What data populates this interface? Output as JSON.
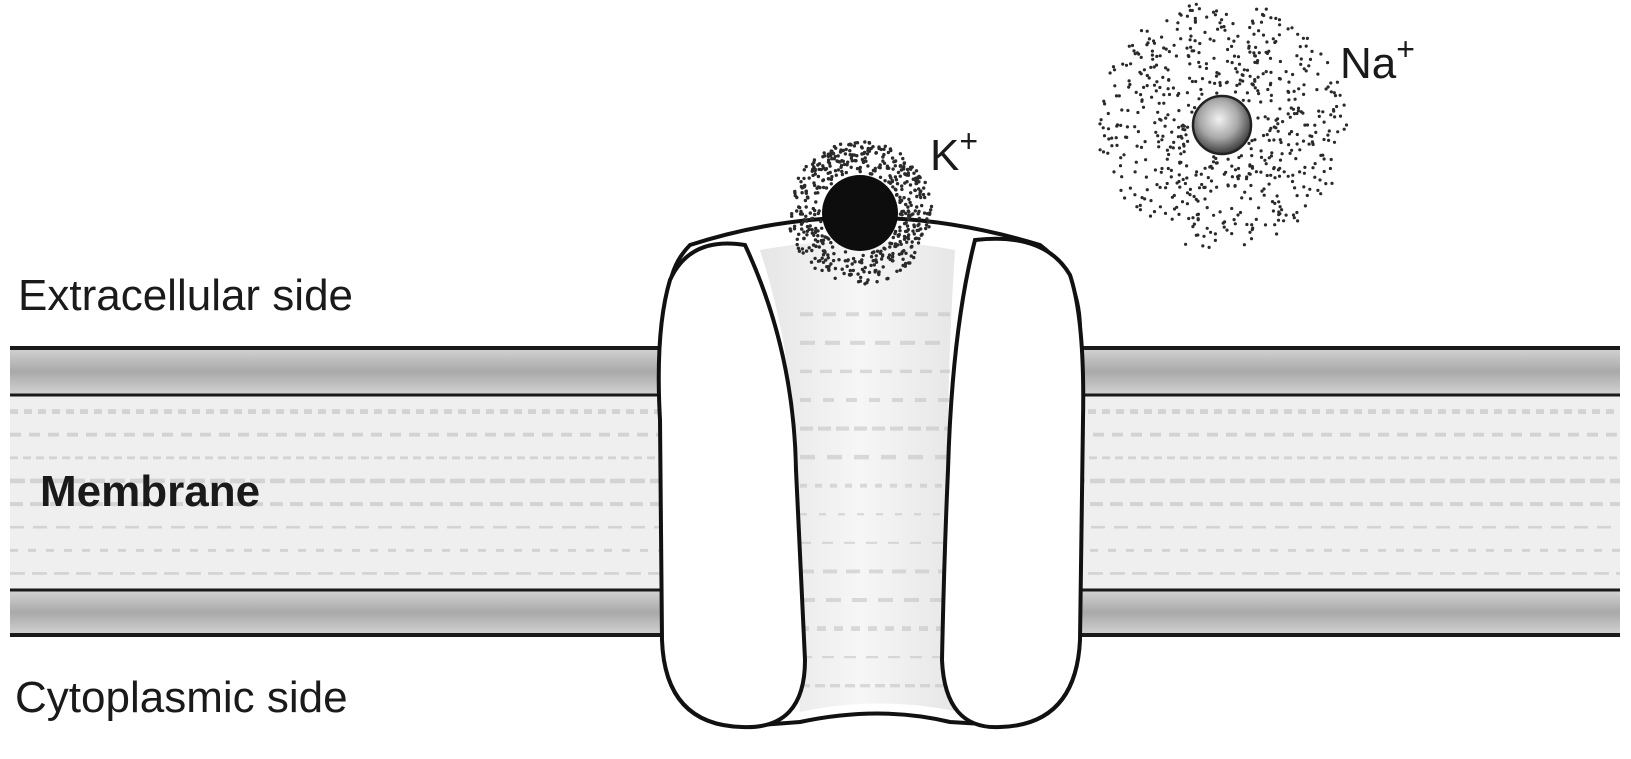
{
  "diagram": {
    "labels": {
      "extracellular": "Extracellular side",
      "membrane": "Membrane",
      "cytoplasmic": "Cytoplasmic side"
    },
    "ions": {
      "potassium": {
        "symbol": "K",
        "charge": "+"
      },
      "sodium": {
        "symbol": "Na",
        "charge": "+"
      }
    },
    "colors": {
      "ink": "#1a1a1a",
      "membrane_band": "#b5b5b5",
      "membrane_core": "#ececec",
      "channel_fill": "#ffffff",
      "potassium_ion": "#0d0d0d",
      "sodium_ion": "#9a9a9a"
    },
    "icons": [
      "potassium-ion-icon",
      "sodium-ion-icon",
      "hydration-shell-icon",
      "ion-channel-icon"
    ]
  }
}
